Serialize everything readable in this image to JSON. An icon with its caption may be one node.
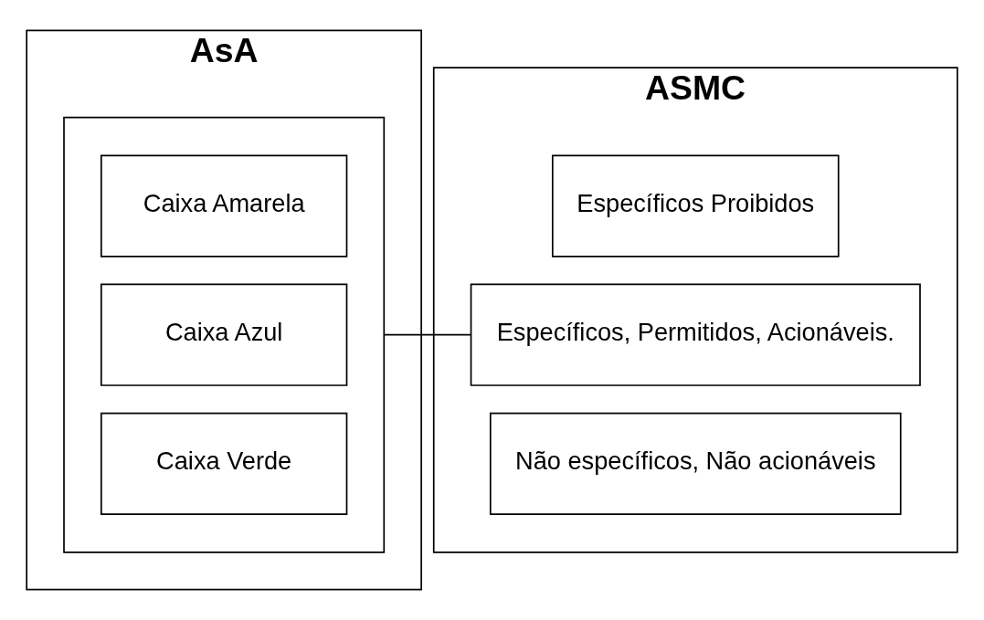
{
  "diagram": {
    "nodes": [
      {
        "text": [
          "AsA"
        ]
      },
      {
        "text": [],
        "shape": "box",
        "in": 0
      },
      {
        "text": [
          "Caixa Amarela"
        ],
        "in": 1
      },
      {
        "text": [
          "Caixa Azul"
        ],
        "in": 1
      },
      {
        "text": [
          "Caixa Verde"
        ],
        "in": 1
      },
      {
        "text": [
          "ASMC"
        ]
      },
      {
        "text": [
          "Específicos Proibidos"
        ],
        "in": 5
      },
      {
        "text": [
          "Específicos, Permitidos, Acionáveis."
        ],
        "in": 5
      },
      {
        "text": [
          "Não específicos, Não acionáveis"
        ],
        "in": 5
      }
    ],
    "edges": [
      {
        "from": 1,
        "to": 7,
        "arrow": "none"
      }
    ]
  }
}
